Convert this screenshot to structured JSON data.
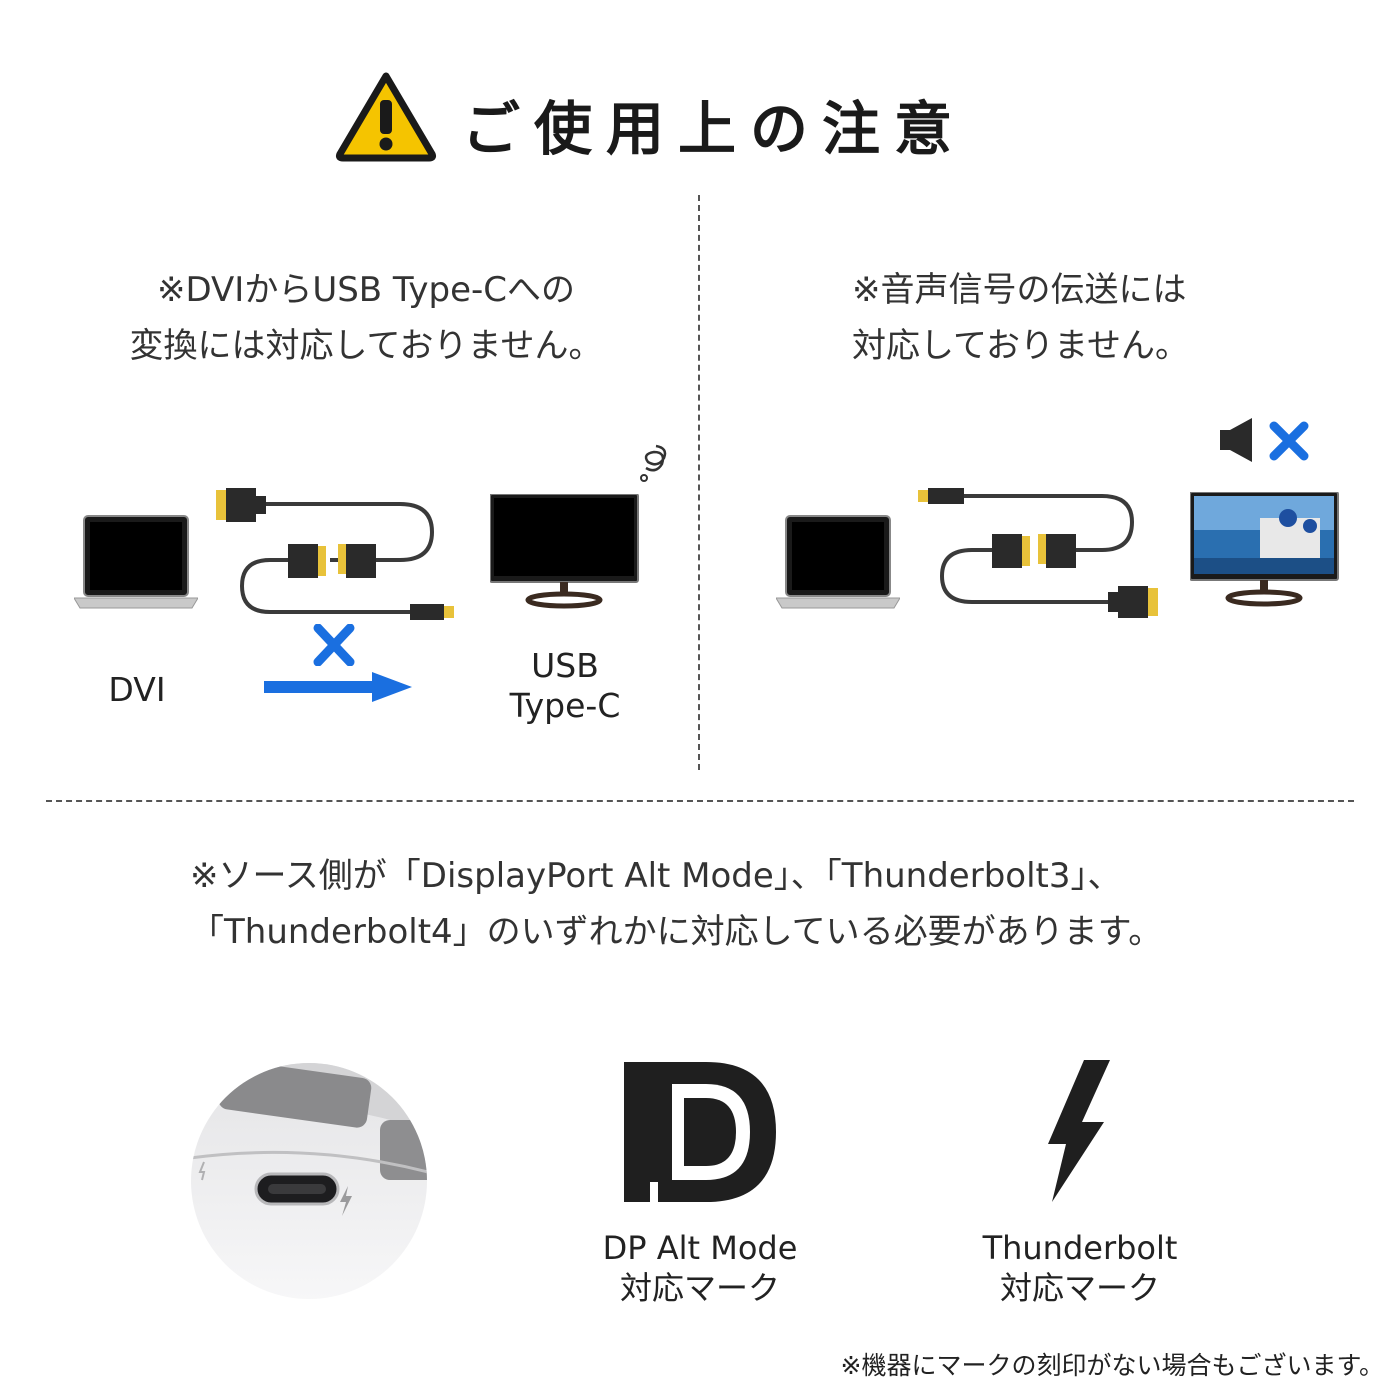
{
  "header": {
    "title": "ご使用上の注意",
    "warning_icon": "warning-triangle-icon"
  },
  "left_panel": {
    "note_line1": "※DVIからUSB Type-Cへの",
    "note_line2": "変換には対応しておりません。",
    "label_source": "DVI",
    "label_target_line1": "USB",
    "label_target_line2": "Type-C",
    "cross_icon": "cross-icon",
    "arrow_icon": "arrow-right-icon"
  },
  "right_panel": {
    "note_line1": "※音声信号の伝送には",
    "note_line2": "対応しておりません。",
    "speaker_icon": "speaker-muted-icon"
  },
  "bottom": {
    "note_line1": "※ソース側が「DisplayPort Alt Mode」、「Thunderbolt3」、",
    "note_line2": "「Thunderbolt4」のいずれかに対応している必要があります。",
    "dp_label_line1": "DP Alt Mode",
    "dp_label_line2": "対応マーク",
    "tb_label_line1": "Thunderbolt",
    "tb_label_line2": "対応マーク",
    "footnote": "※機器にマークの刻印がない場合もございます。"
  },
  "colors": {
    "warning_yellow": "#f5c400",
    "cross_blue": "#1a6fe0",
    "arrow_blue": "#1a6fe0",
    "text_dark": "#222222",
    "connector_gold": "#e8c23a"
  }
}
